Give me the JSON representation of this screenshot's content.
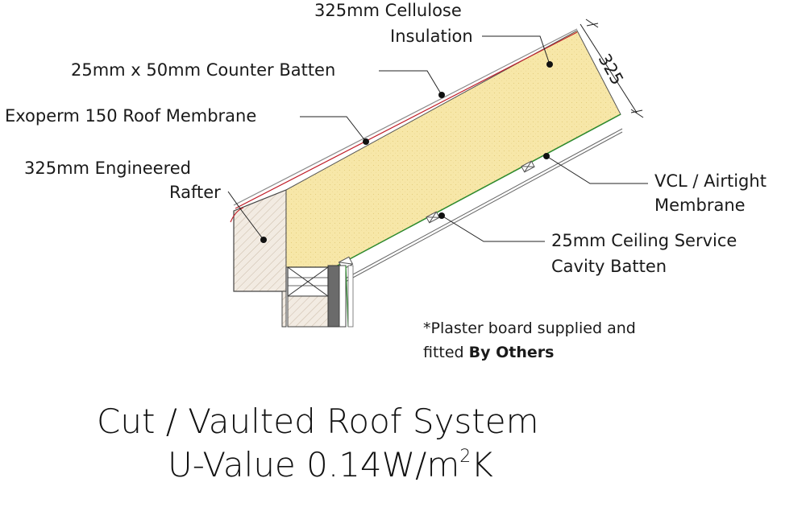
{
  "labels": {
    "cellulose_line1": "325mm Cellulose",
    "cellulose_line2": "Insulation",
    "counter_batten": "25mm x 50mm Counter Batten",
    "membrane": "Exoperm 150 Roof Membrane",
    "rafter_line1": "325mm  Engineered",
    "rafter_line2": "Rafter",
    "vcl_line1": "VCL / Airtight",
    "vcl_line2": "Membrane",
    "service_line1": "25mm Ceiling Service",
    "service_line2": "Cavity Batten",
    "dimension": "325"
  },
  "note": {
    "line1": "*Plaster board supplied and",
    "line2_prefix": "fitted ",
    "line2_bold": "By Others"
  },
  "title": {
    "line1": "Cut / Vaulted Roof System",
    "line2_prefix": "U-Value 0.14W/m",
    "line2_sup": "2",
    "line2_suffix": "K"
  },
  "colors": {
    "insulation": "#f7e7a8",
    "membrane_red": "#c0202a",
    "vcl_green": "#2e8b2e",
    "masonry": "#efe8df"
  }
}
